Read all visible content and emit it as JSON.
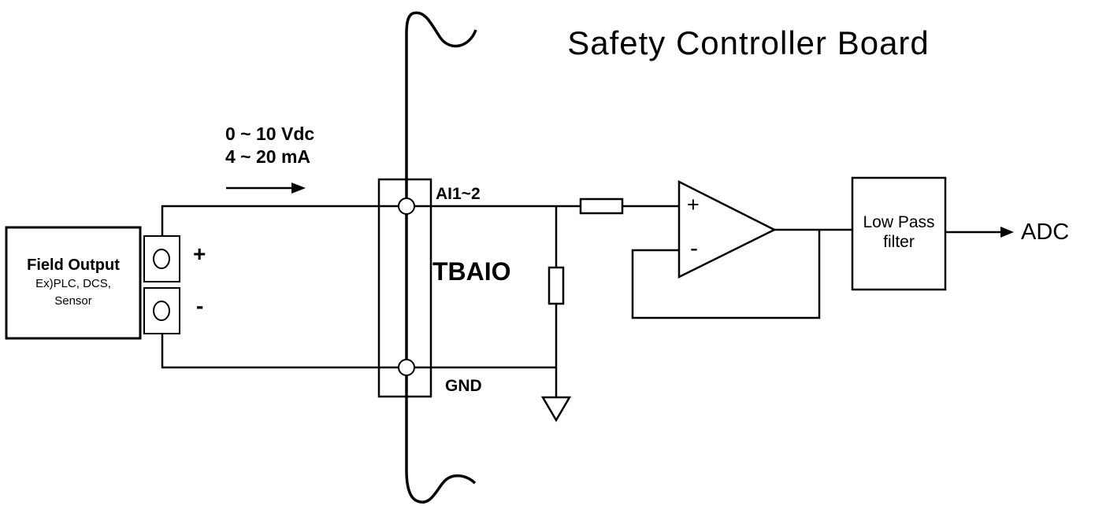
{
  "diagram": {
    "title": "Safety Controller Board",
    "signal": {
      "line1": "0 ~ 10 Vdc",
      "line2": "4 ~ 20 mA"
    },
    "field_output": {
      "title": "Field Output",
      "subtitle_line1": "Ex)PLC, DCS,",
      "subtitle_line2": "Sensor",
      "terminal_plus": "+",
      "terminal_minus": "-"
    },
    "terminal_block": {
      "name": "TBAIO",
      "top_label": "AI1~2",
      "bottom_label": "GND"
    },
    "opamp": {
      "plus": "+",
      "minus": "-"
    },
    "low_pass_filter": {
      "line1": "Low Pass",
      "line2": "filter"
    },
    "output_label": "ADC",
    "colors": {
      "line": "#000000",
      "background": "#ffffff"
    }
  }
}
